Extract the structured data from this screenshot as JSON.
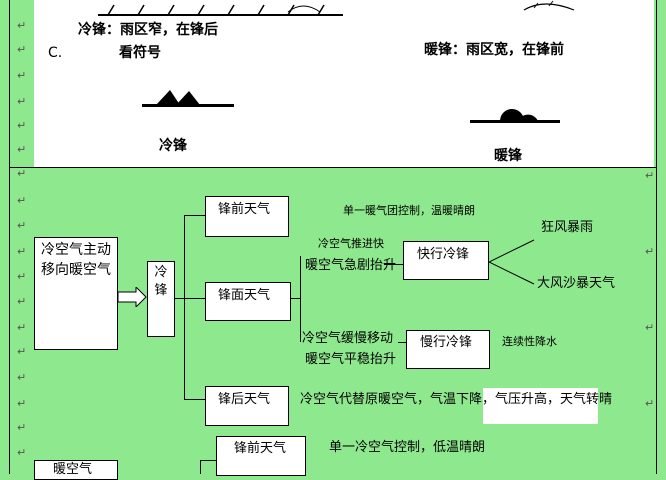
{
  "top_panel": {
    "cold_front_caption": "冷锋：雨区窄，在锋后",
    "warm_front_caption": "暖锋：雨区宽，在锋前",
    "label_c": "C.",
    "symbols_label": "看符号",
    "cold_symbol_label": "冷锋",
    "warm_symbol_label": "暖锋"
  },
  "diagram": {
    "source_box": "冷空气主动移向暖空气",
    "front_box": "冷锋",
    "before_box": "锋前天气",
    "during_box": "锋面天气",
    "after_box": "锋后天气",
    "before_desc": "单一暖气团控制，温暖晴朗",
    "fast_cond_1": "冷空气推进快",
    "fast_cond_2": "暖空气急剧抬升",
    "fast_box": "快行冷锋",
    "fast_result_1": "狂风暴雨",
    "fast_result_2": "大风沙暴天气",
    "slow_cond_1": "冷空气缓慢移动",
    "slow_cond_2": "暖空气平稳抬升",
    "slow_box": "慢行冷锋",
    "slow_result": "连续性降水",
    "after_desc": "冷空气代替原暖空气，气温下降，气压升高，天气转晴",
    "next_box_partial": "暖空气",
    "next_before_box": "锋前天气",
    "next_before_desc": "单一冷空气控制，低温晴朗"
  },
  "paragraph_mark": "↵"
}
